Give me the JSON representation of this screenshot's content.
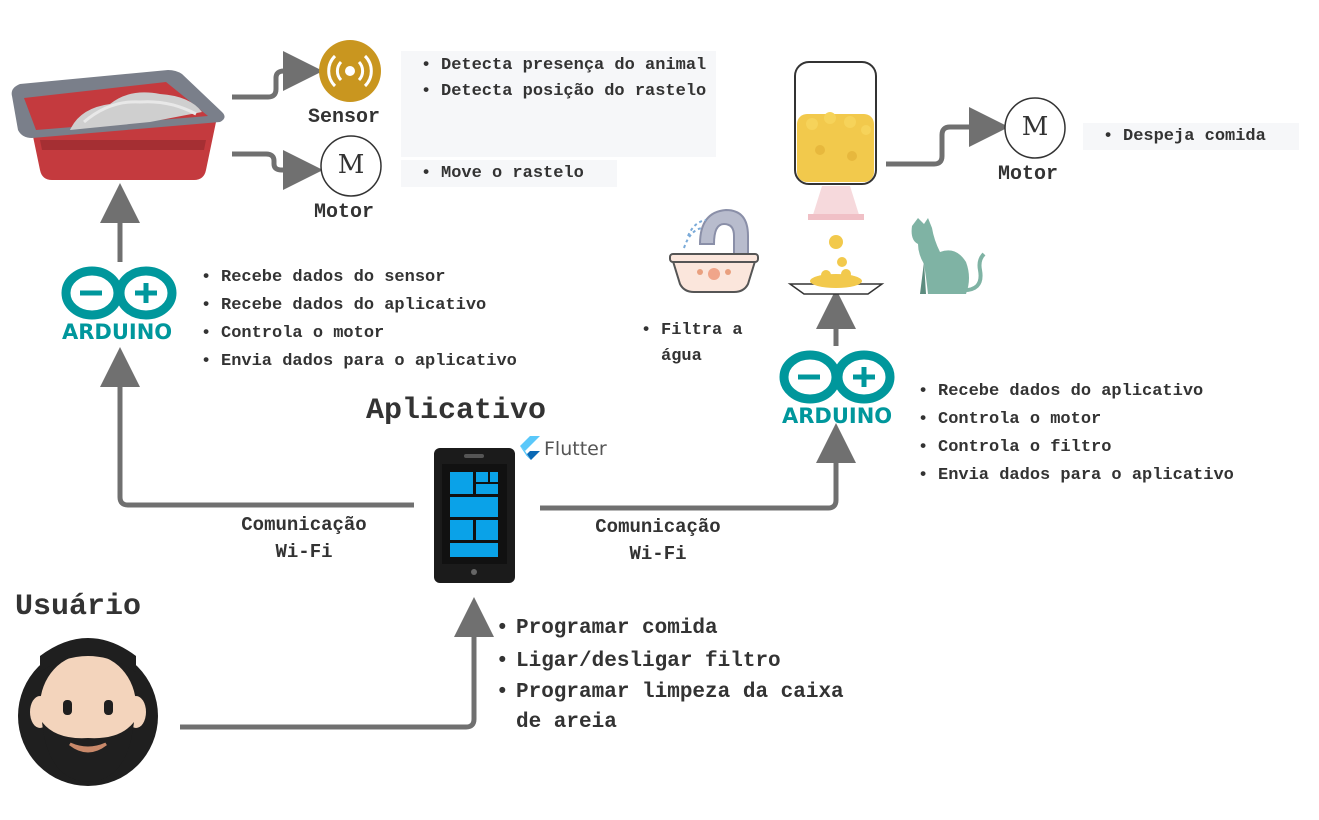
{
  "colors": {
    "arrow": "#707070",
    "arduino": "#00979c",
    "sensor": "#c9961f",
    "tray_red": "#c43a3e",
    "phone_tile": "#0aa2e8",
    "cat": "#7fb3a4",
    "food": "#f2c94c"
  },
  "litter_box": {
    "sensor_label": "Sensor",
    "motor_label": "Motor",
    "motor_symbol": "M",
    "sensor_bullets": [
      "Detecta presença do animal",
      "Detecta posição do rastelo"
    ],
    "motor_bullets": [
      "Move o rastelo"
    ]
  },
  "feeder": {
    "motor_label": "Motor",
    "motor_symbol": "M",
    "motor_bullets": [
      "Despeja comida"
    ],
    "fountain_bullets": [
      "Filtra a água"
    ]
  },
  "arduino_left": {
    "logo_text": "ARDUINO",
    "bullets": [
      "Recebe dados do sensor",
      "Recebe dados do aplicativo",
      "Controla o motor",
      "Envia dados para o aplicativo"
    ]
  },
  "arduino_right": {
    "logo_text": "ARDUINO",
    "bullets": [
      "Recebe dados do aplicativo",
      "Controla o motor",
      "Controla o filtro",
      "Envia dados para o aplicativo"
    ]
  },
  "app": {
    "title": "Aplicativo",
    "flutter_label": "Flutter",
    "comm_left": [
      "Comunicação",
      "Wi-Fi"
    ],
    "comm_right": [
      "Comunicação",
      "Wi-Fi"
    ]
  },
  "user": {
    "title": "Usuário",
    "bullets": [
      "Programar comida",
      "Ligar/desligar filtro",
      "Programar limpeza da caixa de areia"
    ]
  }
}
